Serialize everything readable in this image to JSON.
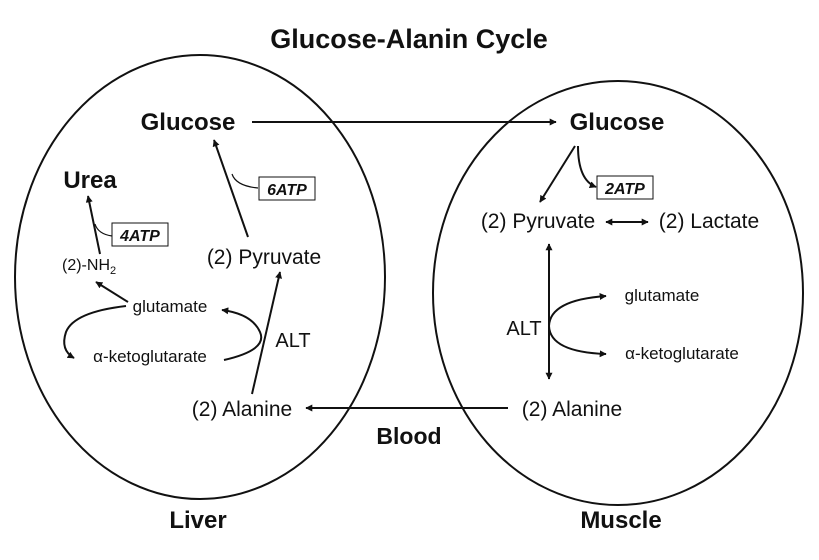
{
  "title": "Glucose-Alanin Cycle",
  "liver": {
    "label": "Liver",
    "glucose": "Glucose",
    "urea": "Urea",
    "atp_glucose": "6ATP",
    "atp_urea": "4ATP",
    "nh2": "(2)-NH",
    "nh2_sub": "2",
    "pyruvate": "(2) Pyruvate",
    "glutamate": "glutamate",
    "ketoglutarate": "α-ketoglutarate",
    "alt": "ALT",
    "alanine": "(2) Alanine"
  },
  "muscle": {
    "label": "Muscle",
    "glucose": "Glucose",
    "atp": "2ATP",
    "pyruvate": "(2) Pyruvate",
    "lactate": "(2) Lactate",
    "alt": "ALT",
    "glutamate": "glutamate",
    "ketoglutarate": "α-ketoglutarate",
    "alanine": "(2) Alanine"
  },
  "blood": "Blood"
}
